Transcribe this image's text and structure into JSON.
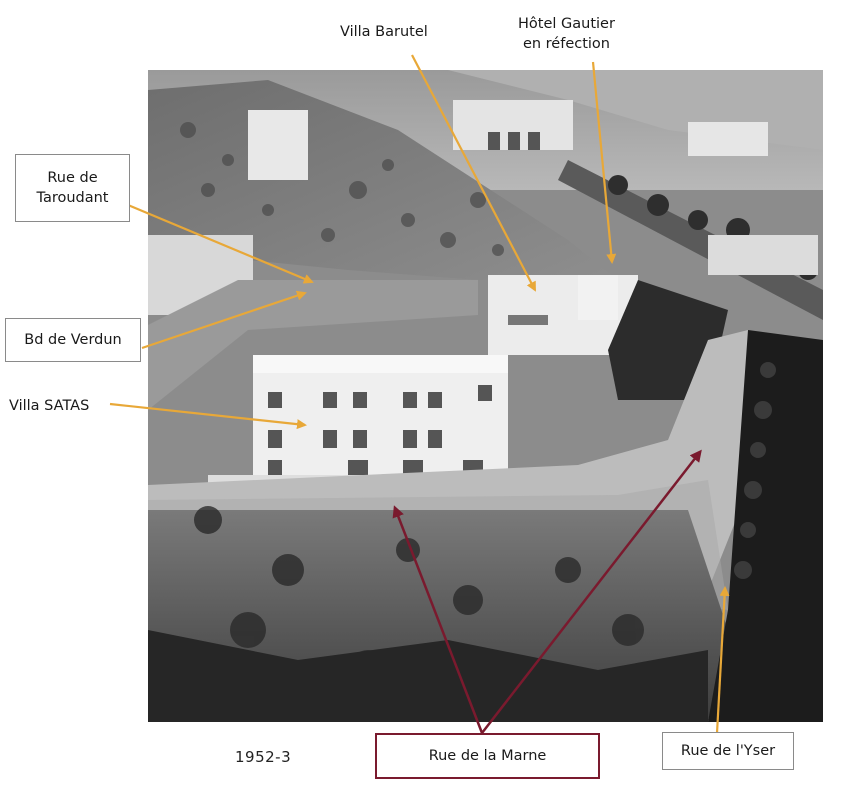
{
  "labels": {
    "villa_barutel": "Villa Barutel",
    "hotel_gautier_line1": "Hôtel Gautier",
    "hotel_gautier_line2": "en réfection",
    "rue_taroudant_line1": "Rue de",
    "rue_taroudant_line2": "Taroudant",
    "bd_verdun": "Bd de Verdun",
    "villa_satas": "Villa SATAS",
    "rue_marne": "Rue de la Marne",
    "rue_yser": "Rue de l'Yser"
  },
  "caption": "1952-3",
  "colors": {
    "arrow_orange": "#e8a838",
    "arrow_red": "#7a1a2e",
    "box_grey": "#8a8a8a"
  }
}
